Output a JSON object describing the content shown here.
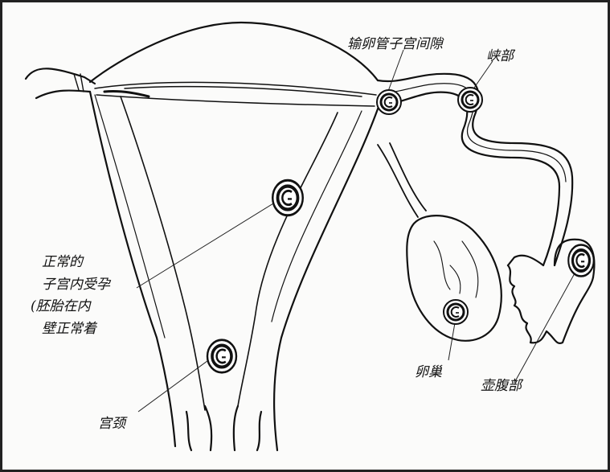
{
  "labels": {
    "interstitial": "输卵管子宫间隙",
    "isthmus": "峡部",
    "normal_line1": "正常的",
    "normal_line2": "子宫内受孕",
    "normal_line3": "(胚胎在内",
    "normal_line4": "壁正常着",
    "cervix": "宫颈",
    "ovary": "卵巢",
    "ampulla": "壶腹部"
  }
}
